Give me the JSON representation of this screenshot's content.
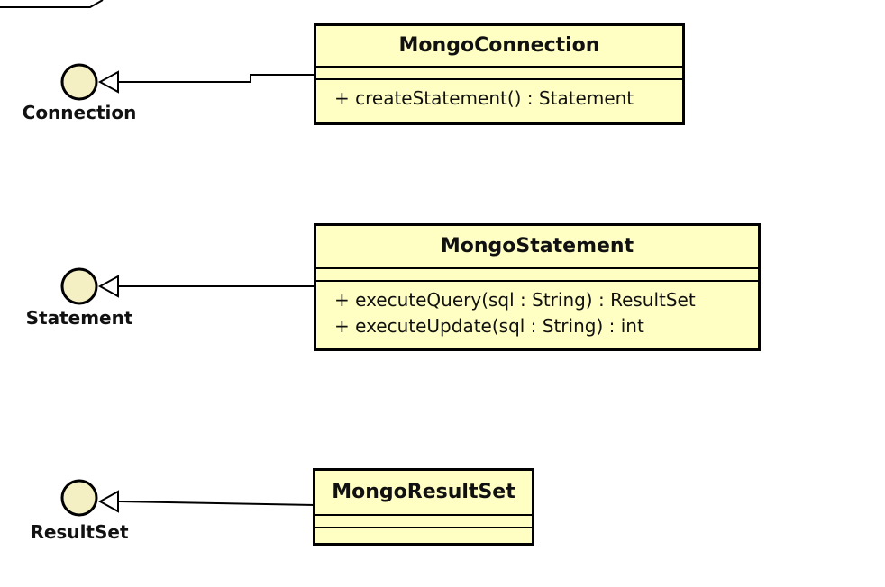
{
  "colors": {
    "class_fill": "#ffffc4",
    "interface_fill": "#f5f0c4",
    "stroke": "#000000"
  },
  "interfaces": [
    {
      "name": "Connection"
    },
    {
      "name": "Statement"
    },
    {
      "name": "ResultSet"
    }
  ],
  "classes": [
    {
      "name": "MongoConnection",
      "operations": [
        "+ createStatement() : Statement"
      ]
    },
    {
      "name": "MongoStatement",
      "operations": [
        "+ executeQuery(sql : String) : ResultSet",
        "+ executeUpdate(sql : String) : int"
      ]
    },
    {
      "name": "MongoResultSet",
      "operations": []
    }
  ]
}
